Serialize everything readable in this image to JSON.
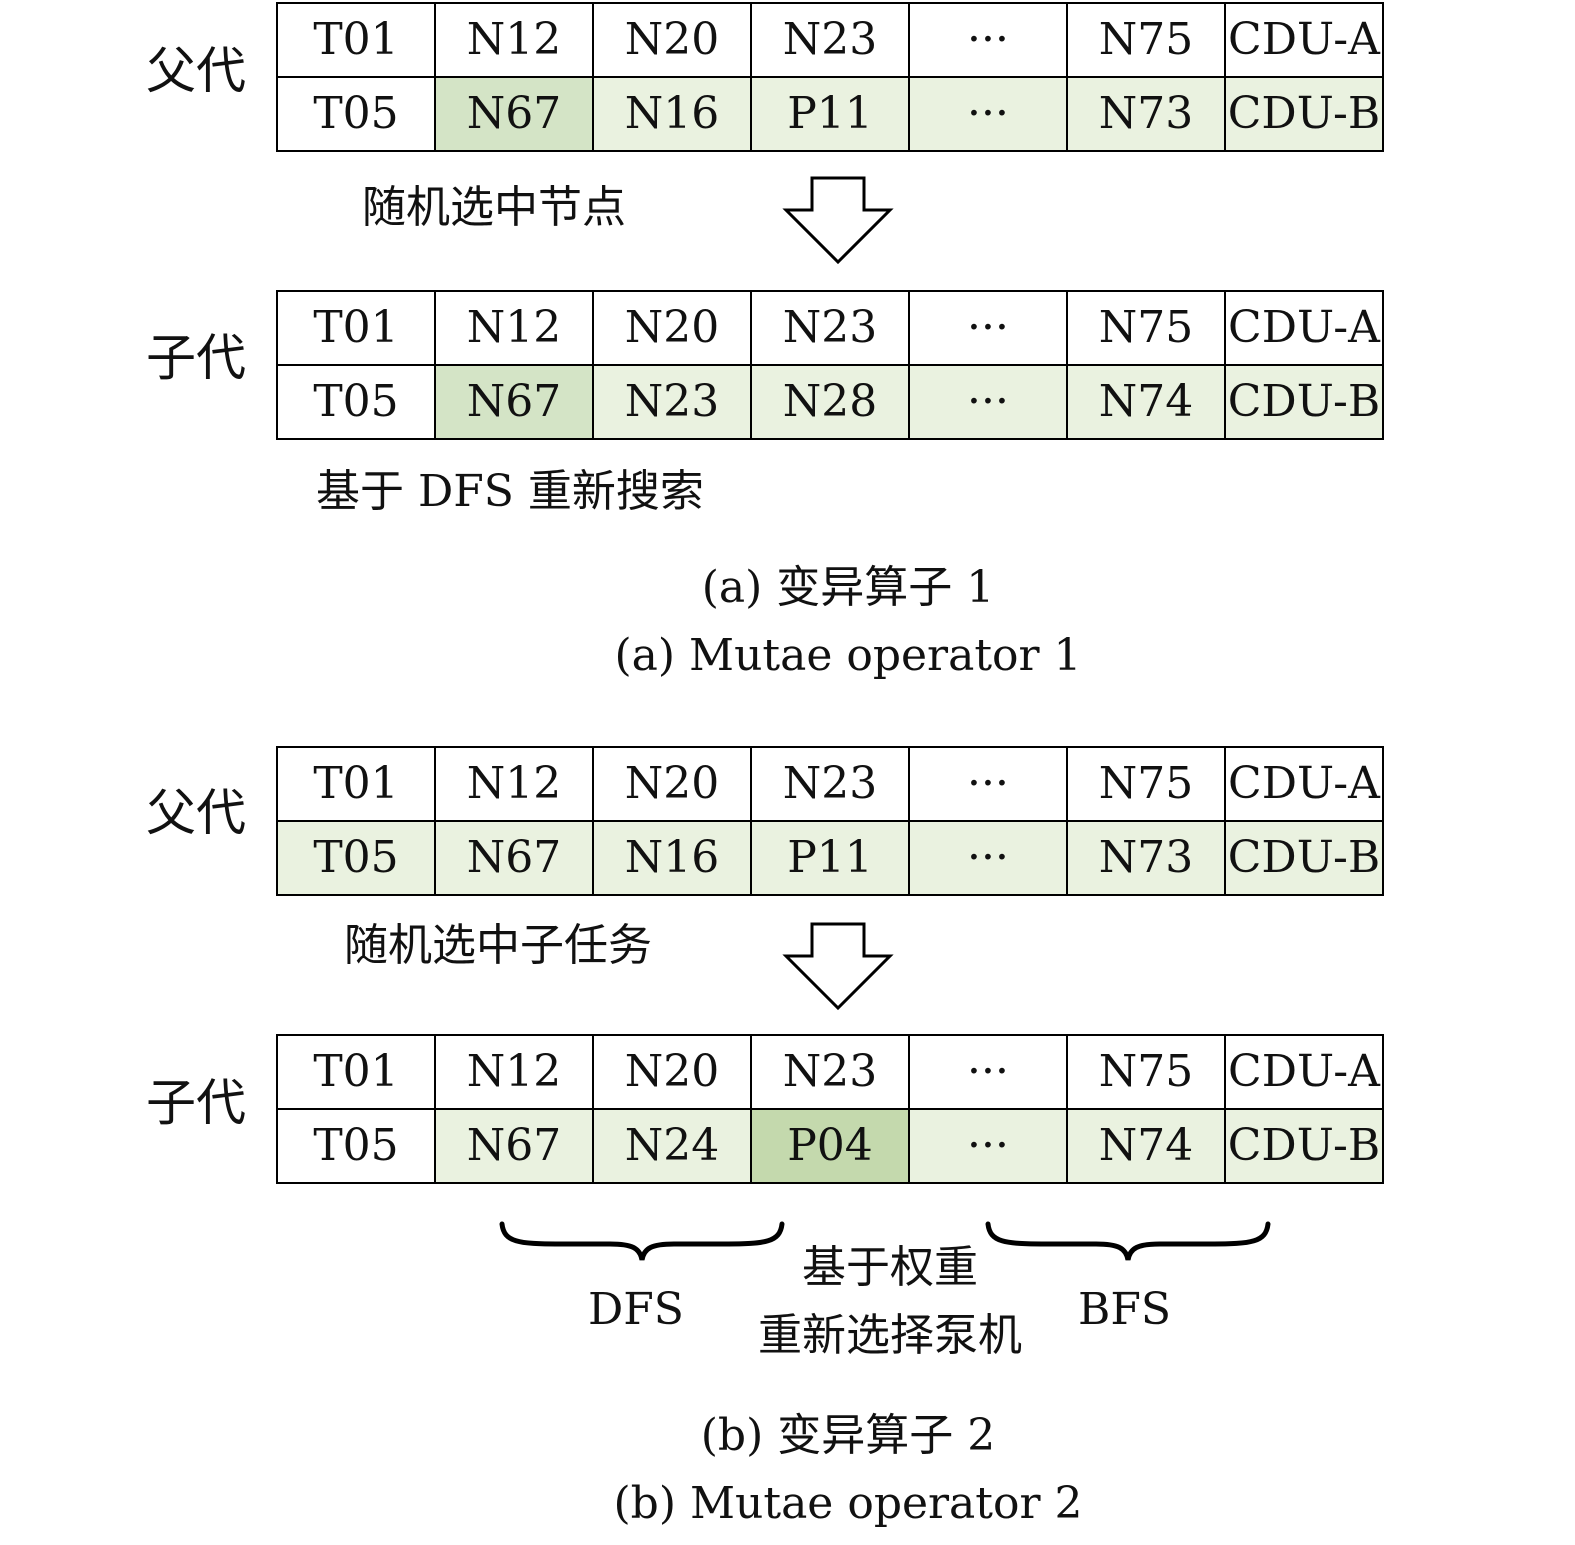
{
  "section_a": {
    "parent_label": "父代",
    "parent_row1": [
      "T01",
      "N12",
      "N20",
      "N23",
      "···",
      "N75",
      "CDU-A"
    ],
    "parent_row2": [
      "T05",
      "N67",
      "N16",
      "P11",
      "···",
      "N73",
      "CDU-B"
    ],
    "step_text": "随机选中节点",
    "child_label": "子代",
    "child_row1": [
      "T01",
      "N12",
      "N20",
      "N23",
      "···",
      "N75",
      "CDU-A"
    ],
    "child_row2": [
      "T05",
      "N67",
      "N23",
      "N28",
      "···",
      "N74",
      "CDU-B"
    ],
    "note_text": "基于 DFS 重新搜索",
    "caption_cn": "(a) 变异算子 1",
    "caption_en": "(a) Mutae operator 1"
  },
  "section_b": {
    "parent_label": "父代",
    "parent_row1": [
      "T01",
      "N12",
      "N20",
      "N23",
      "···",
      "N75",
      "CDU-A"
    ],
    "parent_row2": [
      "T05",
      "N67",
      "N16",
      "P11",
      "···",
      "N73",
      "CDU-B"
    ],
    "step_text": "随机选中子任务",
    "child_label": "子代",
    "child_row1": [
      "T01",
      "N12",
      "N20",
      "N23",
      "···",
      "N75",
      "CDU-A"
    ],
    "child_row2": [
      "T05",
      "N67",
      "N24",
      "P04",
      "···",
      "N74",
      "CDU-B"
    ],
    "dfs_label": "DFS",
    "bfs_label": "BFS",
    "middle_line1": "基于权重",
    "middle_line2": "重新选择泵机",
    "caption_cn": "(b) 变异算子 2",
    "caption_en": "(b) Mutae operator 2"
  },
  "colors": {
    "light_highlight": "#eaf2e0",
    "mid_highlight": "#d4e4c6",
    "dark_highlight": "#c4d9ad"
  }
}
